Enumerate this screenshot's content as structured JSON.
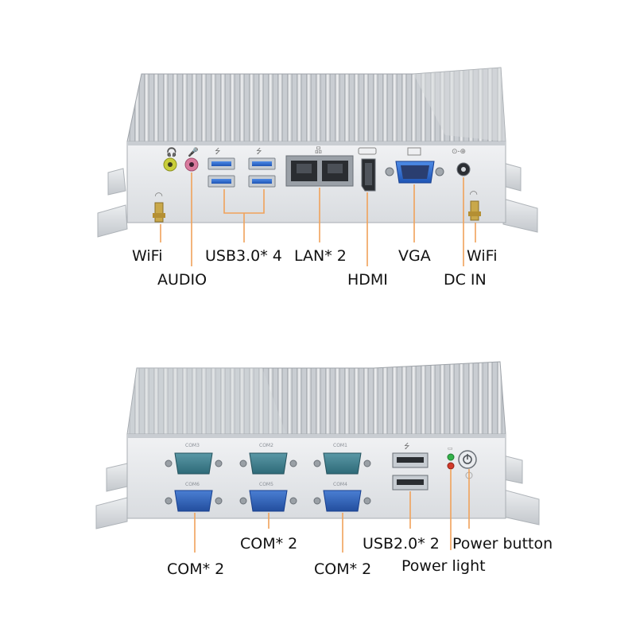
{
  "top_panel": {
    "labels": {
      "wifi_left": "WiFi",
      "audio": "AUDIO",
      "usb3": "USB3.0* 4",
      "lan": "LAN* 2",
      "vga": "VGA",
      "hdmi": "HDMI",
      "wifi_right": "WiFi",
      "dc_in": "DC IN"
    }
  },
  "bottom_panel": {
    "silkscreen": {
      "com3": "COM3",
      "com2": "COM2",
      "com1": "COM1",
      "com6": "COM6",
      "com5": "COM5",
      "com4": "COM4"
    },
    "labels": {
      "com_left": "COM* 2",
      "com_mid": "COM* 2",
      "com_right": "COM* 2",
      "usb2": "USB2.0* 2",
      "power_button": "Power button",
      "power_light": "Power light"
    }
  },
  "colors": {
    "chassis": "#e4e6e9",
    "chassis_shadow": "#b9bdc2",
    "callout_line": "#f0a25a",
    "usb3_blue": "#2f6fd1",
    "vga_blue": "#1d4fb8",
    "com_teal": "#3f7f8c",
    "com_blue": "#2c5bb0",
    "led_green": "#33b24a",
    "led_red": "#d23a2a"
  }
}
